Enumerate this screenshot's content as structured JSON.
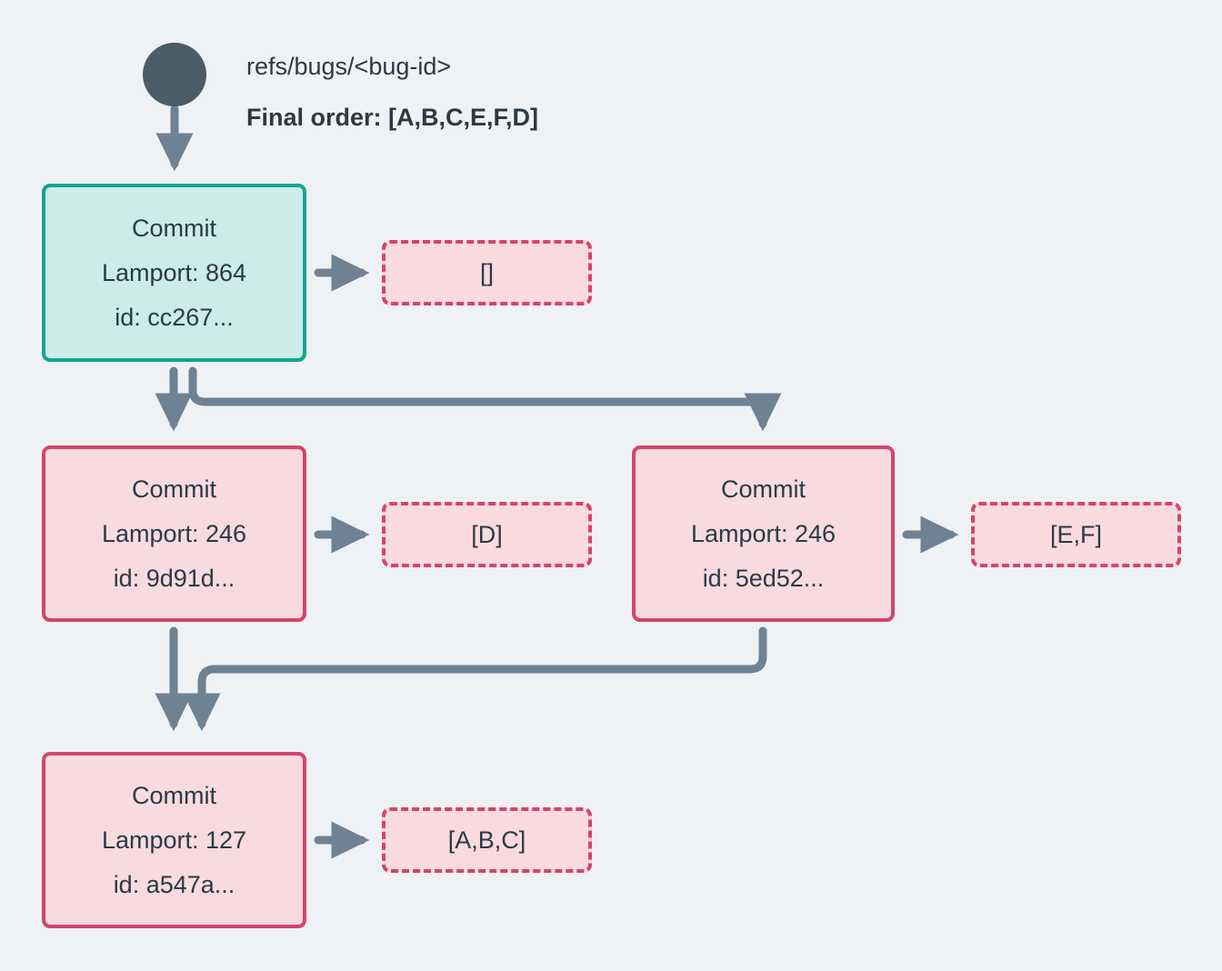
{
  "diagram": {
    "background_color": "#eff2f5",
    "root": {
      "icon": "filled-circle",
      "color": "#4a5c68"
    },
    "header": {
      "ref": "refs/bugs/<bug-id>",
      "final_order": "Final order: [A,B,C,E,F,D]"
    },
    "colors": {
      "teal_border": "#0fa693",
      "teal_fill": "#cdebe7",
      "red_border": "#d4456a",
      "red_fill": "#f7dbe0",
      "dashed_fill": "#f9dadf",
      "edge": "#6e8293",
      "text": "#2b3a45"
    },
    "commits": [
      {
        "id": "cc267",
        "title": "Commit",
        "lamport": "Lamport: 864",
        "id_line": "id: cc267...",
        "style": "teal",
        "oplist": "[]"
      },
      {
        "id": "9d91d",
        "title": "Commit",
        "lamport": "Lamport: 246",
        "id_line": "id: 9d91d...",
        "style": "red",
        "oplist": "[D]"
      },
      {
        "id": "5ed52",
        "title": "Commit",
        "lamport": "Lamport: 246",
        "id_line": "id: 5ed52...",
        "style": "red",
        "oplist": "[E,F]"
      },
      {
        "id": "a547a",
        "title": "Commit",
        "lamport": "Lamport: 127",
        "id_line": "id: a547a...",
        "style": "red",
        "oplist": "[A,B,C]"
      }
    ],
    "edges": [
      {
        "from": "root",
        "to": "cc267"
      },
      {
        "from": "cc267",
        "to": "9d91d"
      },
      {
        "from": "cc267",
        "to": "5ed52"
      },
      {
        "from": "9d91d",
        "to": "a547a"
      },
      {
        "from": "5ed52",
        "to": "a547a"
      },
      {
        "from": "cc267",
        "to": "oplist-cc267"
      },
      {
        "from": "9d91d",
        "to": "oplist-9d91d"
      },
      {
        "from": "5ed52",
        "to": "oplist-5ed52"
      },
      {
        "from": "a547a",
        "to": "oplist-a547a"
      }
    ]
  }
}
